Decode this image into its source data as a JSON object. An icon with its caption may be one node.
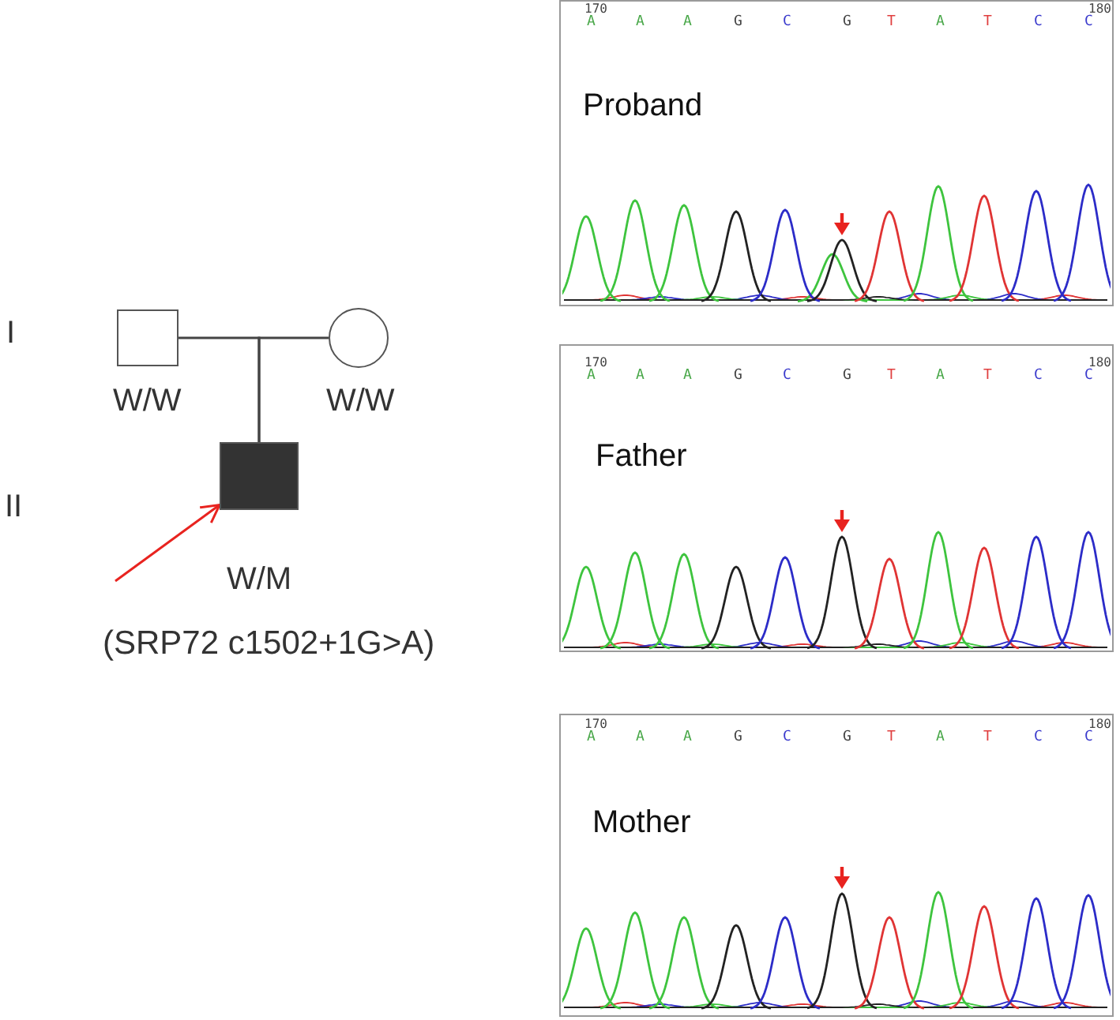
{
  "diagram": {
    "nodes": [
      {
        "text": [],
        "shape": "box",
        "beside": [
          "W/W"
        ]
      },
      {
        "text": [],
        "shape": "circle",
        "beside": [
          "W/W"
        ]
      },
      {
        "text": [],
        "shape": "box",
        "beside": [
          "W/M",
          "(SRP72 c1502+1G>A)"
        ]
      },
      {
        "text": [
          "170",
          "180",
          "A",
          "A",
          "A",
          "G",
          "C",
          "G",
          "T",
          "A",
          "T",
          "C",
          "C",
          "Proband"
        ]
      },
      {
        "text": [
          "170",
          "180",
          "A",
          "A",
          "A",
          "G",
          "C",
          "G",
          "T",
          "A",
          "T",
          "C",
          "C",
          "Father"
        ]
      },
      {
        "text": [
          "170",
          "180",
          "A",
          "A",
          "A",
          "G",
          "C",
          "G",
          "T",
          "A",
          "T",
          "C",
          "C",
          "Mother"
        ]
      }
    ],
    "edges": [
      {
        "from": 0,
        "to": 2,
        "arrow": "none"
      },
      {
        "from": 1,
        "to": 2,
        "arrow": "none"
      },
      {
        "from": null,
        "to": 2,
        "arrow": "to",
        "color": "#e8231f"
      }
    ],
    "labels": [
      "I",
      "II"
    ]
  }
}
